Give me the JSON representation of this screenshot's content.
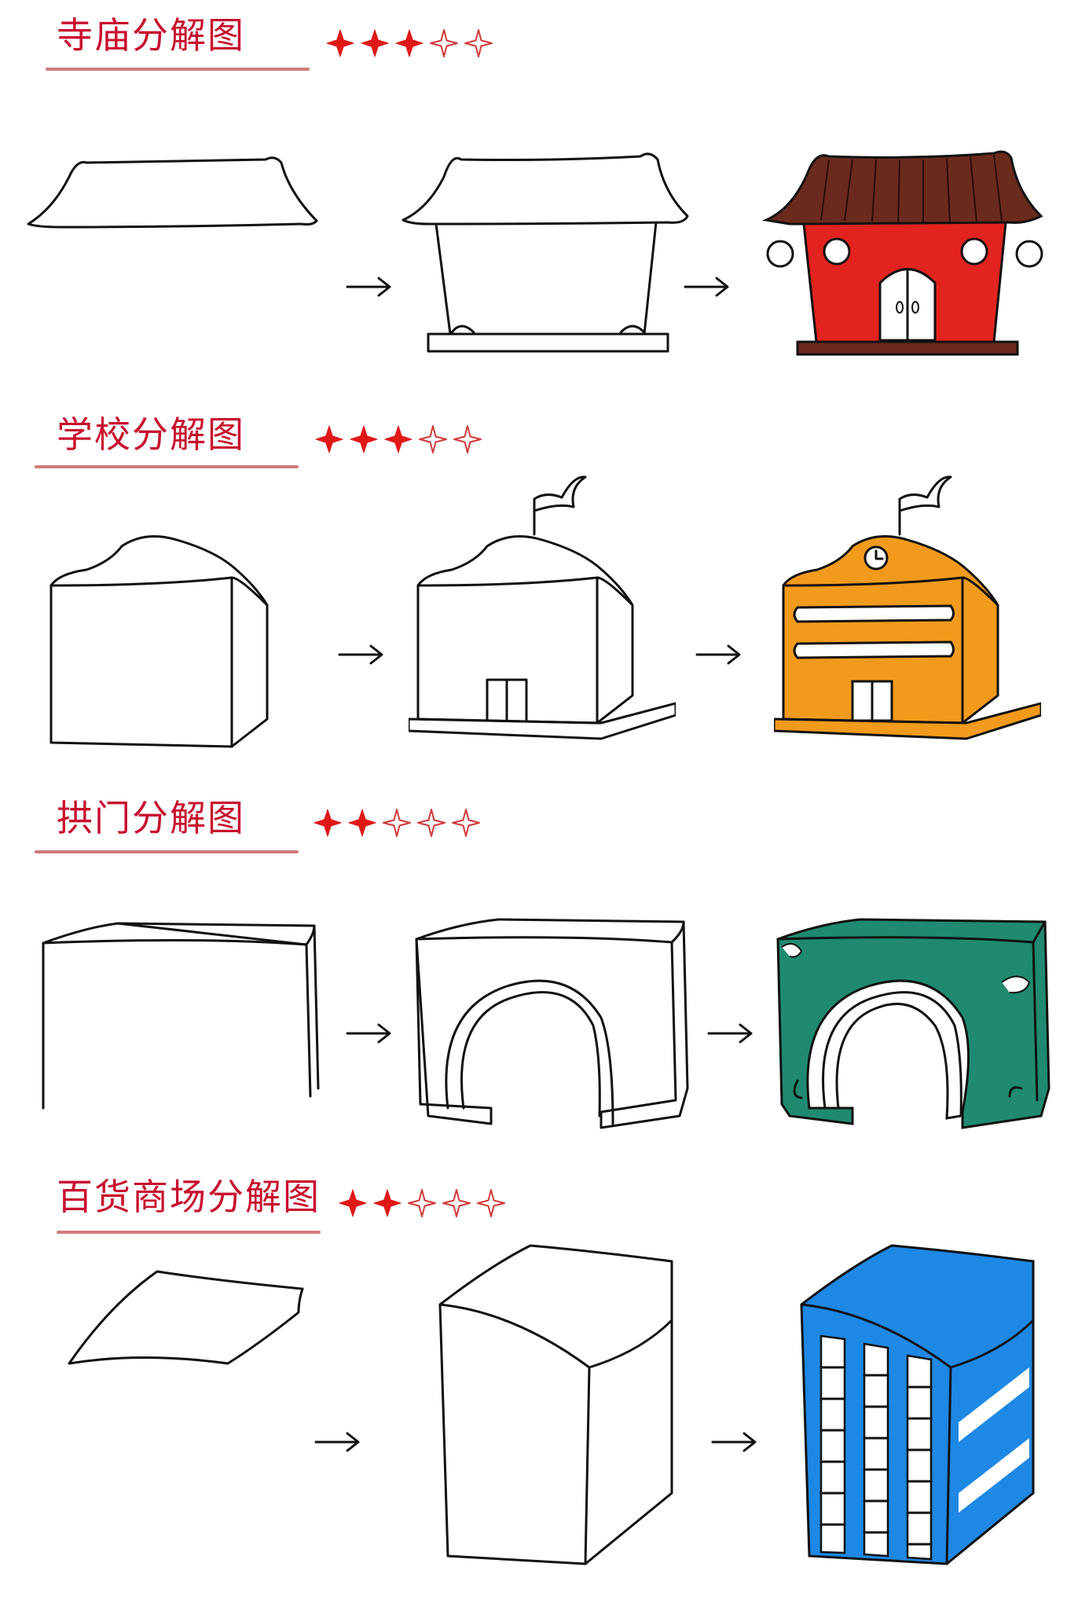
{
  "sections": [
    {
      "title": "寺庙分解图",
      "rating": 3,
      "max_rating": 5
    },
    {
      "title": "学校分解图",
      "rating": 3,
      "max_rating": 5
    },
    {
      "title": "拱门分解图",
      "rating": 2,
      "max_rating": 5
    },
    {
      "title": "百货商场分解图",
      "rating": 2,
      "max_rating": 5
    }
  ],
  "colors": {
    "title": "#c8102e",
    "underline": "#d07b7b",
    "star_filled": "#e01818",
    "temple_roof": "#6b2a1e",
    "temple_wall": "#e3231f",
    "school_body": "#f29a1c",
    "arch_body": "#1f8a70",
    "mall_body": "#1e88e5"
  },
  "icons": [
    "filled-star-icon",
    "outline-star-icon",
    "arrow-right-icon"
  ]
}
